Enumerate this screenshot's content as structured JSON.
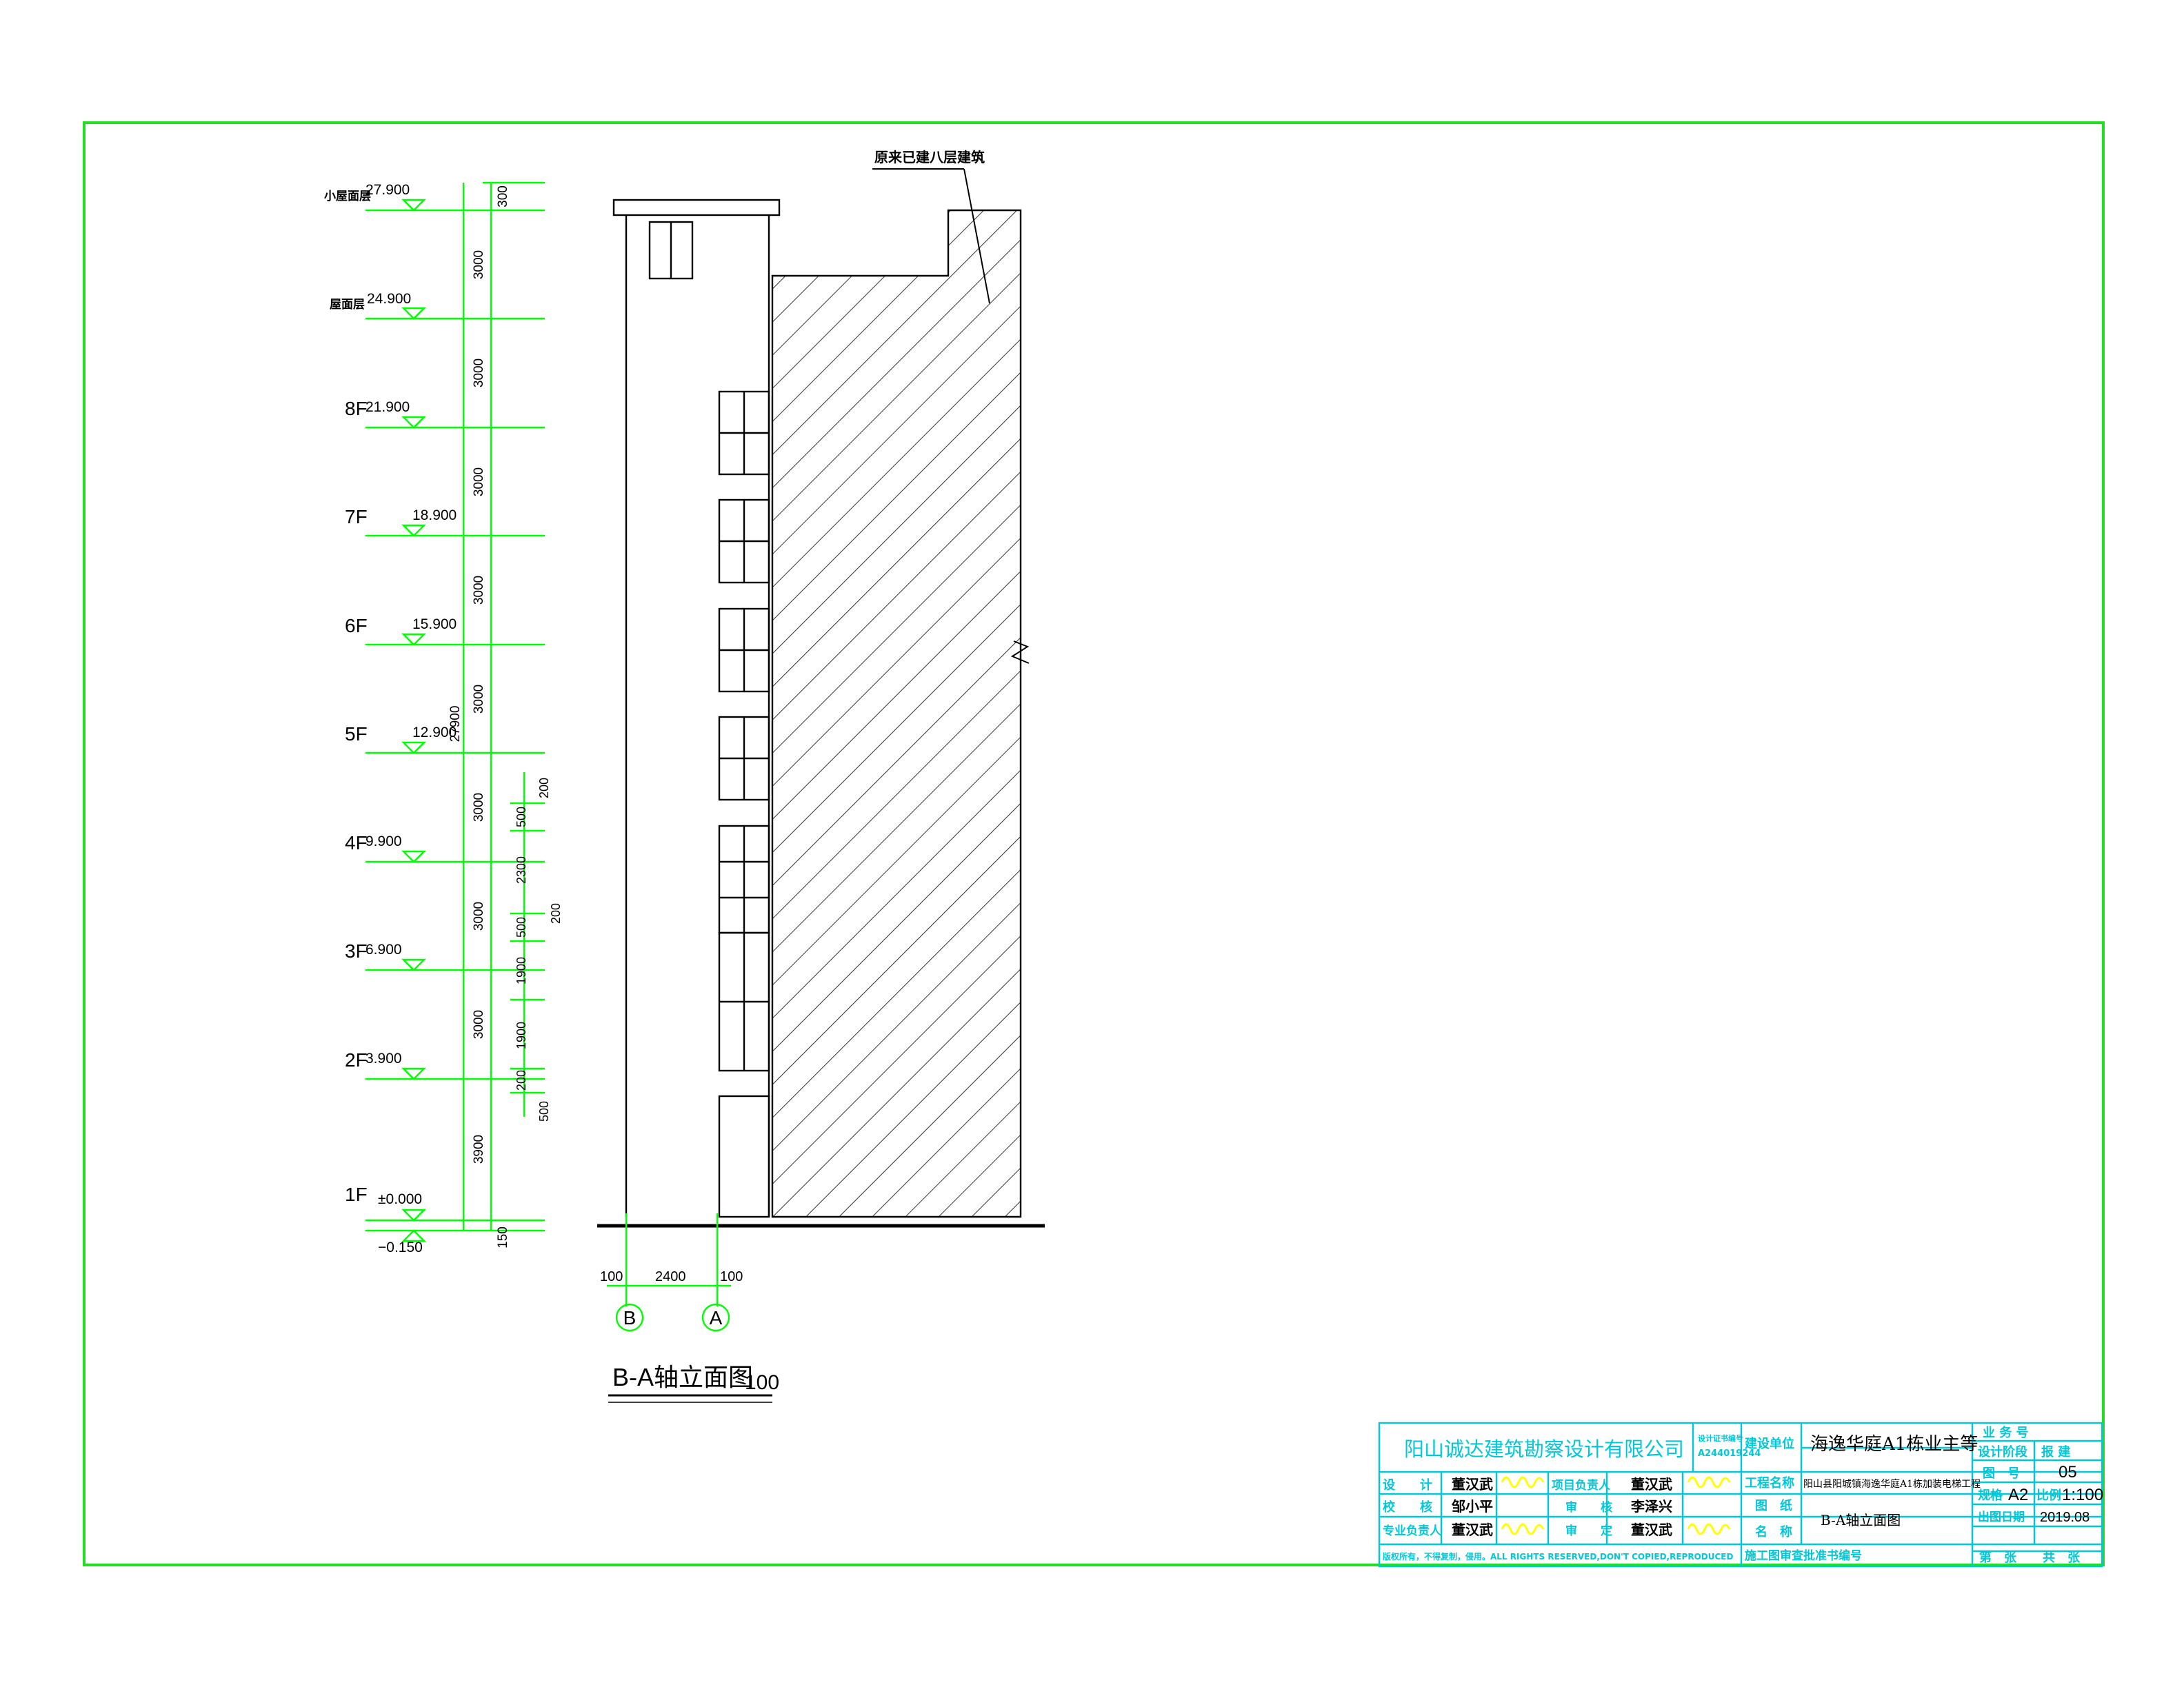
{
  "drawing": {
    "title": "B-A轴立面图",
    "scale": "100",
    "existing_building_note": "原来已建八层建筑",
    "levels": [
      {
        "label": "小屋面层",
        "elevation": "27.900"
      },
      {
        "label": "屋面层",
        "elevation": "24.900"
      },
      {
        "label": "8F",
        "elevation": "21.900"
      },
      {
        "label": "7F",
        "elevation": "18.900"
      },
      {
        "label": "6F",
        "elevation": "15.900"
      },
      {
        "label": "5F",
        "elevation": "12.900"
      },
      {
        "label": "4F",
        "elevation": "9.900"
      },
      {
        "label": "3F",
        "elevation": "6.900"
      },
      {
        "label": "2F",
        "elevation": "3.900"
      },
      {
        "label": "1F",
        "elevation": "±0.000"
      },
      {
        "label": "",
        "elevation": "−0.150"
      }
    ],
    "storey_dims": [
      "300",
      "3000",
      "3000",
      "3000",
      "3000",
      "3000",
      "3000",
      "3000",
      "3000",
      "3900",
      "150"
    ],
    "total_dim": "27900",
    "window_dims": [
      "200",
      "500",
      "2300",
      "500",
      "200",
      "1900",
      "1900",
      "200",
      "500"
    ],
    "axis_dims": [
      "100",
      "2400",
      "100"
    ],
    "axes": [
      "B",
      "A"
    ]
  },
  "title_block": {
    "company": "阳山诚达建筑勘察设计有限公司",
    "license_label": "设计证书编号",
    "license_no": "A244019244",
    "client_label": "建设单位",
    "client": "海逸华庭A1栋业主等",
    "project_label": "工程名称",
    "project": "阳山县阳城镇海逸华庭A1栋加装电梯工程",
    "drawing_label_1": "图　纸",
    "drawing_label_2": "名　称",
    "drawing_name": "B-A轴立面图",
    "job_no_label": "业 务 号",
    "stage_label": "设计阶段",
    "stage": "报 建",
    "sheet_no_label": "图　号",
    "sheet_no": "05",
    "size_label": "规格",
    "size": "A2",
    "scale_label": "比例",
    "scale": "1:100",
    "date_label": "出图日期",
    "date": "2019.08",
    "sheet_label": "第　张",
    "total_label": "共　张",
    "review_label": "施工图审查批准书编号",
    "copyright": "版权所有，不得复制，侵用。ALL RIGHTS RESERVED,DON'T COPIED,REPRODUCED",
    "roles": [
      {
        "role": "设　　计",
        "name": "董汉武",
        "role2": "项目负责人",
        "name2": "董汉武"
      },
      {
        "role": "校　　核",
        "name": "邹小平",
        "role2": "审　　核",
        "name2": "李泽兴"
      },
      {
        "role": "专业负责人",
        "name": "董汉武",
        "role2": "审　　定",
        "name2": "董汉武"
      }
    ]
  },
  "colors": {
    "frame": "#22dd22",
    "dimension": "#00ff00",
    "title_block": "#00c8d8",
    "signature": "#ffff00"
  }
}
